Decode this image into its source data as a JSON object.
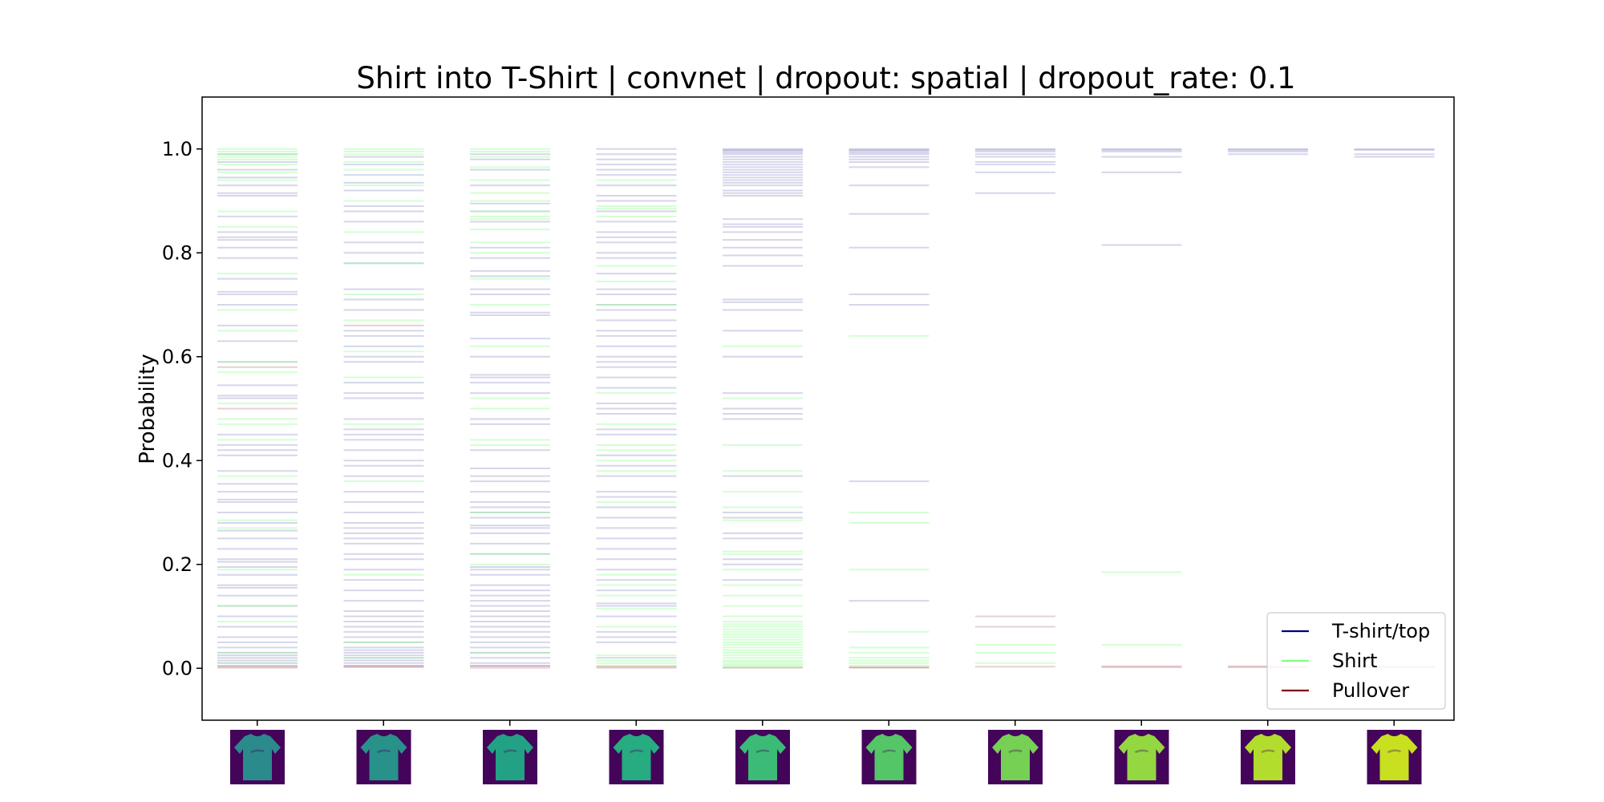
{
  "chart_data": {
    "type": "strip",
    "title": "Shirt into T-Shirt | convnet | dropout: spatial | dropout_rate: 0.1",
    "xlabel": "",
    "ylabel": "Probability",
    "ylim": [
      -0.1,
      1.1
    ],
    "yticks": [
      0.0,
      0.2,
      0.4,
      0.6,
      0.8,
      1.0
    ],
    "ytick_labels": [
      "0.0",
      "0.2",
      "0.4",
      "0.6",
      "0.8",
      "1.0"
    ],
    "legend_position": "lower-right",
    "series": [
      {
        "name": "T-shirt/top",
        "color": "#000080"
      },
      {
        "name": "Shirt",
        "color": "#80ff80"
      },
      {
        "name": "Pullover",
        "color": "#800000"
      }
    ],
    "images": [
      {
        "tshirt": [
          0.005,
          0.01,
          0.015,
          0.02,
          0.025,
          0.03,
          0.04,
          0.05,
          0.06,
          0.08,
          0.1,
          0.12,
          0.14,
          0.155,
          0.16,
          0.18,
          0.195,
          0.205,
          0.21,
          0.23,
          0.25,
          0.265,
          0.28,
          0.3,
          0.32,
          0.325,
          0.34,
          0.355,
          0.38,
          0.41,
          0.42,
          0.43,
          0.45,
          0.52,
          0.525,
          0.545,
          0.59,
          0.63,
          0.66,
          0.7,
          0.72,
          0.725,
          0.75,
          0.79,
          0.81,
          0.825,
          0.83,
          0.84,
          0.87,
          0.91,
          0.915,
          0.93,
          0.945,
          0.96,
          0.975,
          0.99
        ],
        "shirt": [
          0.01,
          0.03,
          0.09,
          0.12,
          0.19,
          0.27,
          0.285,
          0.37,
          0.44,
          0.47,
          0.48,
          0.51,
          0.57,
          0.59,
          0.65,
          0.69,
          0.76,
          0.85,
          0.88,
          0.94,
          0.955,
          0.97,
          0.98,
          0.985,
          0.99,
          0.995,
          1.0
        ],
        "pullover": [
          0.001,
          0.003,
          0.5,
          0.58
        ]
      },
      {
        "tshirt": [
          0.005,
          0.01,
          0.015,
          0.02,
          0.025,
          0.03,
          0.035,
          0.04,
          0.05,
          0.06,
          0.07,
          0.08,
          0.09,
          0.1,
          0.11,
          0.13,
          0.15,
          0.17,
          0.19,
          0.21,
          0.22,
          0.24,
          0.25,
          0.26,
          0.27,
          0.28,
          0.3,
          0.32,
          0.34,
          0.37,
          0.39,
          0.4,
          0.42,
          0.44,
          0.45,
          0.46,
          0.48,
          0.52,
          0.53,
          0.55,
          0.59,
          0.6,
          0.62,
          0.64,
          0.65,
          0.69,
          0.71,
          0.73,
          0.78,
          0.8,
          0.82,
          0.86,
          0.88,
          0.89,
          0.92,
          0.935,
          0.95,
          0.97,
          0.985
        ],
        "shirt": [
          0.02,
          0.05,
          0.18,
          0.36,
          0.47,
          0.56,
          0.61,
          0.67,
          0.72,
          0.78,
          0.84,
          0.9,
          0.93,
          0.96,
          0.975,
          0.99,
          0.995,
          1.0
        ],
        "pullover": [
          0.002,
          0.004,
          0.66
        ]
      },
      {
        "tshirt": [
          0.005,
          0.01,
          0.02,
          0.03,
          0.04,
          0.05,
          0.06,
          0.07,
          0.08,
          0.09,
          0.1,
          0.11,
          0.12,
          0.13,
          0.14,
          0.15,
          0.16,
          0.18,
          0.19,
          0.195,
          0.22,
          0.24,
          0.26,
          0.27,
          0.275,
          0.29,
          0.3,
          0.31,
          0.32,
          0.34,
          0.36,
          0.37,
          0.385,
          0.42,
          0.47,
          0.48,
          0.53,
          0.55,
          0.56,
          0.565,
          0.6,
          0.635,
          0.68,
          0.685,
          0.72,
          0.73,
          0.755,
          0.765,
          0.79,
          0.81,
          0.86,
          0.88,
          0.895,
          0.93,
          0.96,
          0.98,
          0.99
        ],
        "shirt": [
          0.03,
          0.2,
          0.22,
          0.3,
          0.43,
          0.44,
          0.5,
          0.52,
          0.62,
          0.7,
          0.75,
          0.8,
          0.82,
          0.845,
          0.865,
          0.87,
          0.88,
          0.9,
          0.915,
          0.94,
          0.965,
          0.985,
          0.995,
          1.0
        ],
        "pullover": [
          0.001,
          0.004
        ]
      },
      {
        "tshirt": [
          0.02,
          0.05,
          0.06,
          0.07,
          0.1,
          0.12,
          0.125,
          0.15,
          0.17,
          0.19,
          0.21,
          0.23,
          0.25,
          0.27,
          0.29,
          0.31,
          0.33,
          0.34,
          0.37,
          0.39,
          0.41,
          0.45,
          0.46,
          0.49,
          0.5,
          0.51,
          0.54,
          0.56,
          0.58,
          0.59,
          0.6,
          0.62,
          0.64,
          0.65,
          0.67,
          0.69,
          0.7,
          0.72,
          0.73,
          0.76,
          0.79,
          0.8,
          0.82,
          0.83,
          0.84,
          0.86,
          0.88,
          0.9,
          0.91,
          0.93,
          0.95,
          0.96,
          0.97,
          0.98,
          0.99,
          1.0
        ],
        "shirt": [
          0.005,
          0.01,
          0.015,
          0.025,
          0.08,
          0.115,
          0.14,
          0.16,
          0.18,
          0.32,
          0.38,
          0.4,
          0.42,
          0.43,
          0.47,
          0.53,
          0.7,
          0.745,
          0.775,
          0.87,
          0.885,
          0.89,
          0.94
        ],
        "pullover": [
          0.001,
          0.003
        ]
      },
      {
        "tshirt": [
          0.17,
          0.2,
          0.21,
          0.25,
          0.26,
          0.29,
          0.3,
          0.37,
          0.48,
          0.49,
          0.5,
          0.53,
          0.6,
          0.65,
          0.69,
          0.705,
          0.71,
          0.775,
          0.795,
          0.81,
          0.825,
          0.84,
          0.85,
          0.855,
          0.865,
          0.91,
          0.915,
          0.92,
          0.93,
          0.935,
          0.94,
          0.945,
          0.95,
          0.955,
          0.96,
          0.965,
          0.97,
          0.975,
          0.98,
          0.985,
          0.99,
          0.993,
          0.996,
          0.998,
          1.0
        ],
        "shirt": [
          0.002,
          0.005,
          0.008,
          0.012,
          0.015,
          0.02,
          0.025,
          0.03,
          0.035,
          0.04,
          0.045,
          0.05,
          0.055,
          0.06,
          0.065,
          0.07,
          0.075,
          0.08,
          0.085,
          0.09,
          0.1,
          0.12,
          0.14,
          0.16,
          0.19,
          0.22,
          0.225,
          0.285,
          0.31,
          0.34,
          0.38,
          0.43,
          0.52,
          0.62
        ],
        "pullover": [
          0.001
        ]
      },
      {
        "tshirt": [
          0.13,
          0.36,
          0.7,
          0.72,
          0.81,
          0.875,
          0.93,
          0.965,
          0.975,
          0.98,
          0.985,
          0.99,
          0.993,
          0.996,
          0.998,
          1.0
        ],
        "shirt": [
          0.005,
          0.01,
          0.015,
          0.02,
          0.03,
          0.04,
          0.07,
          0.19,
          0.28,
          0.3,
          0.64
        ],
        "pullover": [
          0.001,
          0.002
        ]
      },
      {
        "tshirt": [
          0.915,
          0.955,
          0.97,
          0.975,
          0.985,
          0.99,
          0.995,
          0.998,
          1.0
        ],
        "shirt": [
          0.01,
          0.03,
          0.045
        ],
        "pullover": [
          0.003,
          0.08,
          0.1
        ]
      },
      {
        "tshirt": [
          0.815,
          0.955,
          0.985,
          0.995,
          0.998,
          1.0
        ],
        "shirt": [
          0.045,
          0.185
        ],
        "pullover": [
          0.002,
          0.004
        ]
      },
      {
        "tshirt": [
          0.99,
          0.995,
          0.998,
          1.0
        ],
        "shirt": [],
        "pullover": [
          0.002,
          0.004
        ]
      },
      {
        "tshirt": [
          0.985,
          0.99,
          0.998,
          1.0
        ],
        "shirt": [],
        "pullover": [
          0.002,
          0.004
        ]
      }
    ],
    "thumbnail_colors": [
      {
        "shirt": "#2a8a8c",
        "bg": "#44045a"
      },
      {
        "shirt": "#27918a",
        "bg": "#44045a"
      },
      {
        "shirt": "#22a185",
        "bg": "#44045a"
      },
      {
        "shirt": "#27ab81",
        "bg": "#44045a"
      },
      {
        "shirt": "#3bbb75",
        "bg": "#44045a"
      },
      {
        "shirt": "#55c667",
        "bg": "#44045a"
      },
      {
        "shirt": "#75d054",
        "bg": "#44045a"
      },
      {
        "shirt": "#93d741",
        "bg": "#44045a"
      },
      {
        "shirt": "#b2dd2d",
        "bg": "#44045a"
      },
      {
        "shirt": "#c8e020",
        "bg": "#44045a"
      }
    ]
  }
}
